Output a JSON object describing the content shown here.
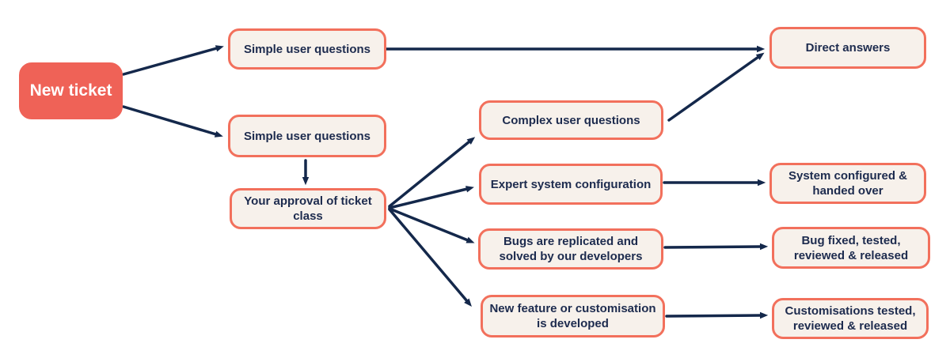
{
  "diagram": {
    "type": "flowchart",
    "colors": {
      "accent_coral": "#EF6257",
      "box_fill": "#F7F1EB",
      "box_border": "#F2705C",
      "text_navy": "#1D2B4E",
      "arrow": "#14284B",
      "background": "#FFFFFF"
    },
    "nodes": {
      "new_ticket": {
        "label": "New ticket",
        "style": "accent"
      },
      "simple_1": {
        "label": "Simple user questions",
        "style": "outline"
      },
      "simple_2": {
        "label": "Simple user questions",
        "style": "outline"
      },
      "approval": {
        "label": "Your approval of ticket\nclass",
        "style": "outline"
      },
      "complex": {
        "label": "Complex user questions",
        "style": "outline"
      },
      "expert": {
        "label": "Expert system configuration",
        "style": "outline"
      },
      "bugs": {
        "label": "Bugs are replicated and\nsolved by our developers",
        "style": "outline"
      },
      "new_feature": {
        "label": "New feature or customisation\nis developed",
        "style": "outline"
      },
      "direct": {
        "label": "Direct answers",
        "style": "outline"
      },
      "system_configured": {
        "label": "System configured &\nhanded over",
        "style": "outline"
      },
      "bug_fixed": {
        "label": "Bug fixed, tested,\nreviewed & released",
        "style": "outline"
      },
      "customisations": {
        "label": "Customisations tested,\nreviewed & released",
        "style": "outline"
      }
    },
    "edges": [
      {
        "from": "new_ticket",
        "to": "simple_1"
      },
      {
        "from": "new_ticket",
        "to": "simple_2"
      },
      {
        "from": "simple_1",
        "to": "direct"
      },
      {
        "from": "simple_2",
        "to": "approval"
      },
      {
        "from": "approval",
        "to": "complex"
      },
      {
        "from": "approval",
        "to": "expert"
      },
      {
        "from": "approval",
        "to": "bugs"
      },
      {
        "from": "approval",
        "to": "new_feature"
      },
      {
        "from": "complex",
        "to": "direct"
      },
      {
        "from": "expert",
        "to": "system_configured"
      },
      {
        "from": "bugs",
        "to": "bug_fixed"
      },
      {
        "from": "new_feature",
        "to": "customisations"
      }
    ]
  }
}
